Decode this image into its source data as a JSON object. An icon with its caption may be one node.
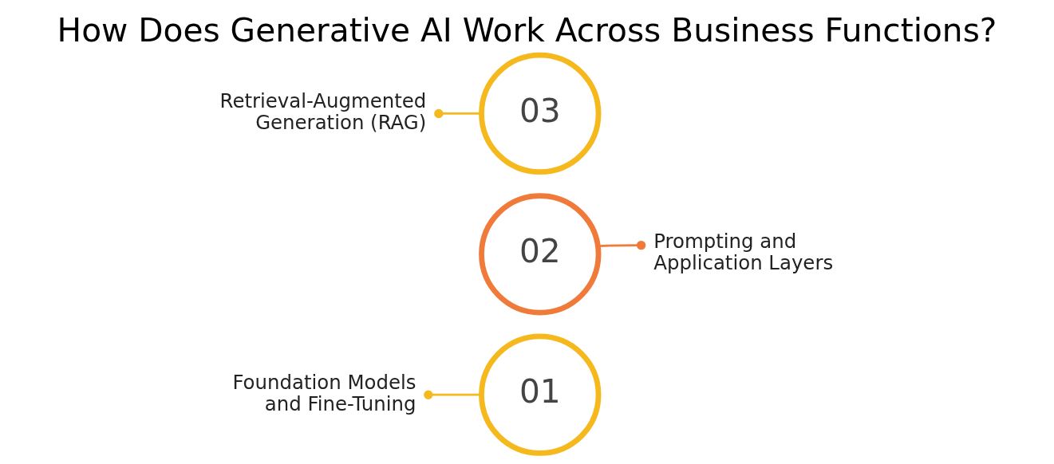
{
  "diagram": {
    "title": "How Does Generative AI Work Across Business Functions?",
    "nodes": [
      {
        "text": [
          "Foundation Models and Fine-Tuning"
        ]
      },
      {
        "text": [
          "01"
        ]
      },
      {
        "text": [
          "02"
        ]
      },
      {
        "text": [
          "Prompting and Application Layers"
        ]
      },
      {
        "text": [
          "Retrieval-Augmented Generation (RAG)"
        ]
      },
      {
        "text": [
          "03"
        ]
      }
    ],
    "edges": [
      {
        "from": 0,
        "to": 1,
        "arrow": "other"
      },
      {
        "from": 3,
        "to": 2,
        "arrow": "other",
        "color": "#f07a3a"
      },
      {
        "from": 4,
        "to": 5,
        "arrow": "other"
      }
    ]
  }
}
